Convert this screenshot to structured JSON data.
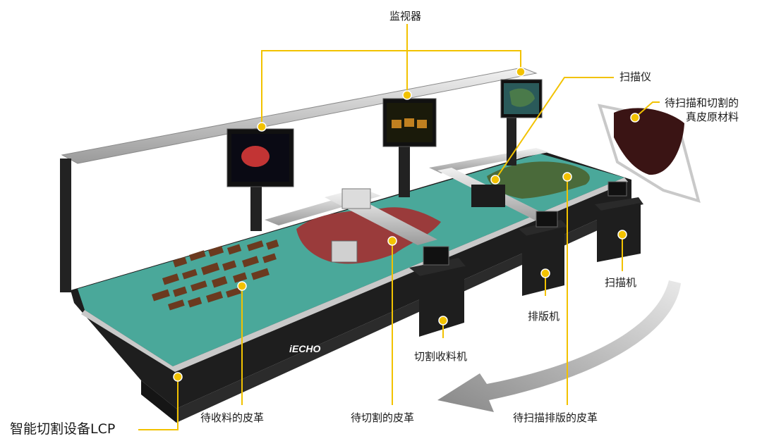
{
  "labels": {
    "monitor": "监视器",
    "scanner_device": "扫描仪",
    "raw_material_line1": "待扫描和切割的",
    "raw_material_line2": "真皮原材料",
    "scanner_station": "扫描机",
    "nesting_station": "排版机",
    "cut_collect_station": "切割收料机",
    "leather_to_collect": "待收料的皮革",
    "leather_to_cut": "待切割的皮革",
    "leather_to_scan_nest": "待扫描排版的皮革",
    "system_name": "智能切割设备LCP"
  },
  "brand": "iECHO",
  "colors": {
    "callout": "#f2c200",
    "belt": "#4aa89a",
    "red_leather": "#9a3b3b",
    "brown_pieces": "#6b3a1f",
    "green_leather": "#4a6a3a",
    "dark_hide": "#3a1414",
    "frame": "#2a2a2a",
    "rail": "#c9c9c9",
    "arrow": "#8a8a8a"
  }
}
